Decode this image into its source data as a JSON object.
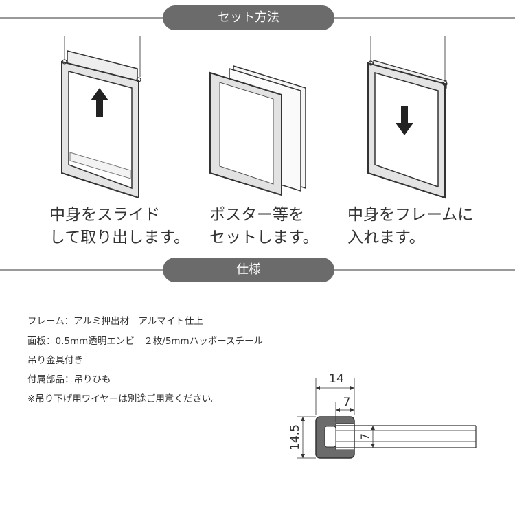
{
  "section_headers": {
    "setup": "セット方法",
    "spec": "仕様"
  },
  "steps": [
    {
      "caption_line1": "中身をスライド",
      "caption_line2": "して取り出します。",
      "arrow": "up-arrow-icon"
    },
    {
      "caption_line1": "ポスター等を",
      "caption_line2": "セットします。"
    },
    {
      "caption_line1": "中身をフレームに",
      "caption_line2": "入れます。",
      "arrow": "down-arrow-icon"
    }
  ],
  "specs": [
    "フレーム：アルミ押出材　アルマイト仕上",
    "面板：0.5mm透明エンビ　２枚/5mmハッポースチール",
    "吊り金具付き",
    "付属部品：吊りひも",
    "※吊り下げ用ワイヤーは別途ご用意ください。"
  ],
  "dimensions": {
    "width_total": "14",
    "width_inner": "7",
    "height_total": "14.5",
    "height_inner": "7"
  }
}
